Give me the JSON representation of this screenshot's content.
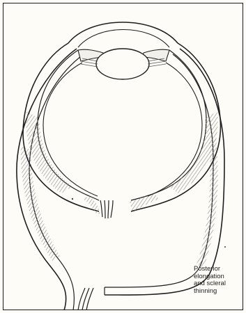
{
  "annotation": {
    "lines": [
      "Posterior",
      "elongation",
      "and scleral",
      "thinning"
    ]
  },
  "colors": {
    "line": "#1e1e1e",
    "shading": "#8c8c8c",
    "paper": "#fdfcf7"
  }
}
